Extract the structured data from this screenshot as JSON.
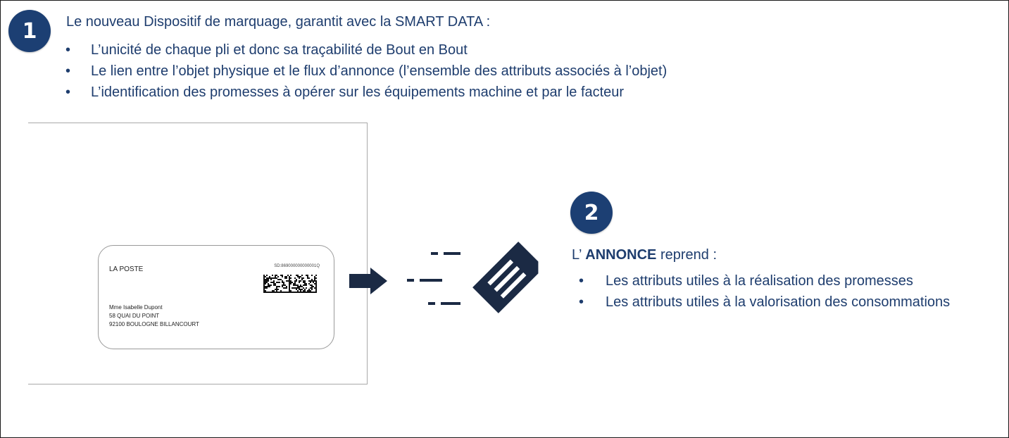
{
  "step1": {
    "badge": "1",
    "intro": "Le nouveau Dispositif de marquage, garantit avec la SMART DATA :",
    "bullets": [
      "L’unicité de chaque pli et donc sa traçabilité de Bout en Bout",
      "Le lien entre l’objet physique et le flux d’annonce (l’ensemble des attributs associés à l’objet)",
      "L’identification des promesses à opérer sur les équipements machine et par le facteur"
    ]
  },
  "envelope": {
    "sender": "LA POSTE",
    "sd_code": "SD:869000000000001Q",
    "address_lines": [
      "Mme Isabelle Dupont",
      "58 QUAI DU POINT",
      "92100 BOULOGNE BILLANCOURT"
    ]
  },
  "step2": {
    "badge": "2",
    "title_prefix": "L’ ",
    "title_bold": "ANNONCE",
    "title_suffix": " reprend :",
    "bullets": [
      "Les attributs utiles à la réalisation des promesses",
      "Les attributs utiles à la valorisation des consommations"
    ]
  },
  "icons": {
    "arrow": "arrow-right-icon",
    "data_stream": "data-stream-icon",
    "document": "document-tag-icon",
    "barcode": "datamatrix-code-icon"
  },
  "colors": {
    "navy": "#1c3f73",
    "text_blue": "#1e3d6e",
    "icon_dark": "#1b2a44",
    "paper_border": "#a9a9a9"
  }
}
